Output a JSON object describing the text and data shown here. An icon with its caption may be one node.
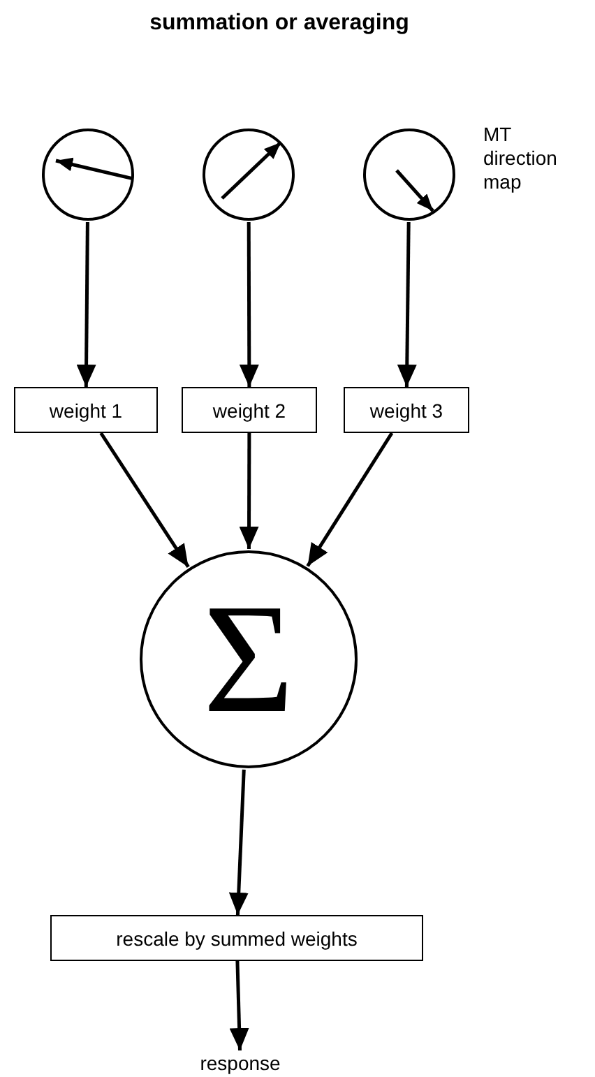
{
  "diagram": {
    "title": "summation or averaging",
    "nodes": [
      {
        "text": [],
        "shape": "circle"
      },
      {
        "text": [],
        "shape": "circle"
      },
      {
        "text": [],
        "shape": "circle"
      },
      {
        "text": [
          "weight 1"
        ]
      },
      {
        "text": [
          "weight 2"
        ]
      },
      {
        "text": [
          "weight 3"
        ]
      },
      {
        "text": [
          "Σ"
        ]
      },
      {
        "text": [
          "rescale by summed weights"
        ]
      },
      {
        "text": [
          "response"
        ]
      }
    ],
    "edges": [
      {
        "from": 0,
        "to": 3,
        "arrow": "to"
      },
      {
        "from": 1,
        "to": 4,
        "arrow": "to"
      },
      {
        "from": 2,
        "to": 5,
        "arrow": "to"
      },
      {
        "from": 3,
        "to": 6,
        "arrow": "to"
      },
      {
        "from": 4,
        "to": 6,
        "arrow": "to"
      },
      {
        "from": 5,
        "to": 6,
        "arrow": "to"
      },
      {
        "from": 6,
        "to": 7,
        "arrow": "to"
      },
      {
        "from": 7,
        "to": 8,
        "arrow": "to"
      }
    ],
    "labels": [
      "MT direction map"
    ]
  }
}
